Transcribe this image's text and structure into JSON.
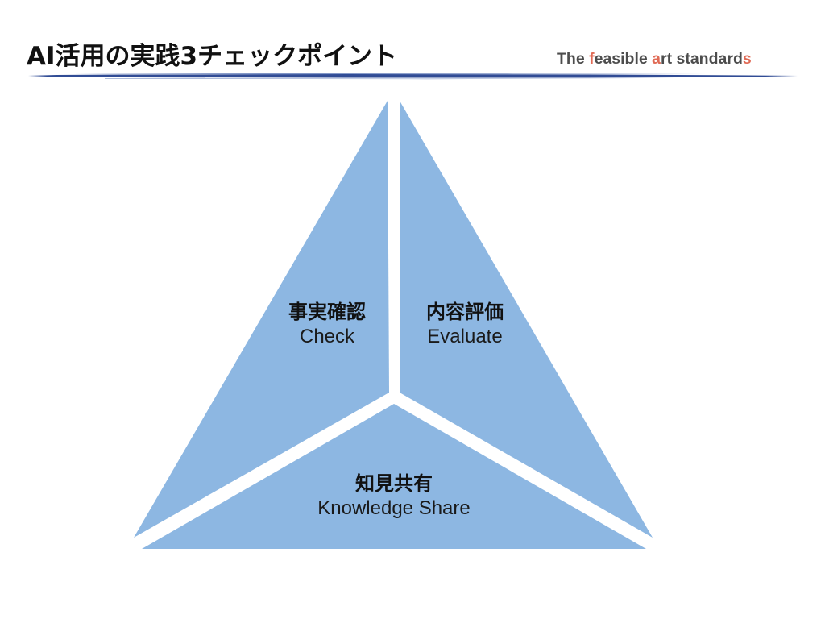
{
  "header": {
    "title": "AI活用の実践3チェックポイント",
    "brand": {
      "segments": [
        {
          "text": "The ",
          "accent": false
        },
        {
          "text": "f",
          "accent": true
        },
        {
          "text": "easible ",
          "accent": false
        },
        {
          "text": "a",
          "accent": true
        },
        {
          "text": "rt standard",
          "accent": false
        },
        {
          "text": "s",
          "accent": true
        }
      ],
      "full_text": "The feasible art standards"
    }
  },
  "colors": {
    "triangle_fill": "#8db7e2",
    "rule_color": "#1f3d8c",
    "brand_accent": "#e06a55",
    "brand_text": "#4d4d4d",
    "title_text": "#111111"
  },
  "diagram": {
    "segments": [
      {
        "id": "check",
        "jp": "事実確認",
        "en": "Check"
      },
      {
        "id": "evaluate",
        "jp": "内容評価",
        "en": "Evaluate"
      },
      {
        "id": "knowledge-share",
        "jp": "知見共有",
        "en": "Knowledge Share"
      }
    ]
  }
}
